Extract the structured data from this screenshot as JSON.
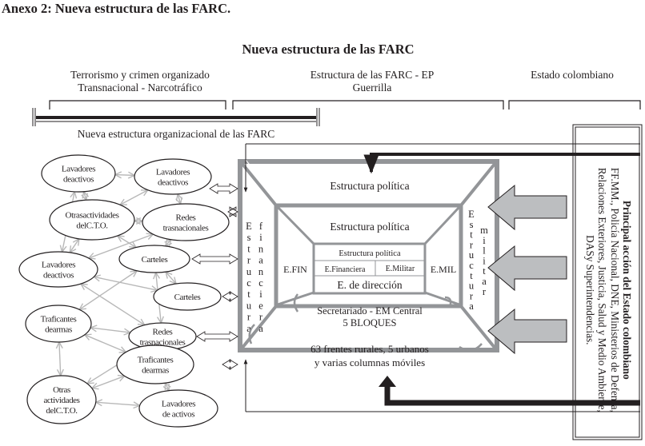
{
  "annex_title": "Anexo 2: Nueva estructura de las FARC.",
  "diagram_title": "Nueva estructura de las FARC",
  "sections": [
    {
      "line1": "Terrorismo y crimen organizado",
      "line2": "Transnacional - Narcotráfico"
    },
    {
      "line1": "Estructura de las  FARC - EP",
      "line2": "Guerrilla"
    },
    {
      "line1": "Estado colombiano",
      "line2": ""
    }
  ],
  "org_label": "Nueva estructura organizacional de las FARC",
  "network_nodes": [
    {
      "id": "n1",
      "lines": [
        "Lavadores",
        "deactivos"
      ]
    },
    {
      "id": "n2",
      "lines": [
        "Lavadores",
        "deactivos"
      ]
    },
    {
      "id": "n3",
      "lines": [
        "Otrasactividades",
        "delC.T.O."
      ]
    },
    {
      "id": "n4",
      "lines": [
        "Redes",
        "trasnacionales"
      ]
    },
    {
      "id": "n5",
      "lines": [
        "Lavadores",
        "deactivos"
      ]
    },
    {
      "id": "n6",
      "lines": [
        "Carteles"
      ]
    },
    {
      "id": "n7",
      "lines": [
        "Carteles"
      ]
    },
    {
      "id": "n8",
      "lines": [
        "Traficantes",
        "dearmas"
      ]
    },
    {
      "id": "n9",
      "lines": [
        "Redes",
        "trasnacionales"
      ]
    },
    {
      "id": "n10",
      "lines": [
        "Traficantes",
        "dearmas"
      ]
    },
    {
      "id": "n11",
      "lines": [
        "Otras",
        "actividades",
        "delC.T.O."
      ]
    },
    {
      "id": "n12",
      "lines": [
        "Lavadores",
        "de activos"
      ]
    }
  ],
  "network_links": [
    [
      "n1",
      "n2"
    ],
    [
      "n1",
      "n3"
    ],
    [
      "n2",
      "n4"
    ],
    [
      "n2",
      "n3"
    ],
    [
      "n3",
      "n4"
    ],
    [
      "n3",
      "n5"
    ],
    [
      "n3",
      "n6"
    ],
    [
      "n4",
      "n6"
    ],
    [
      "n4",
      "n5"
    ],
    [
      "n1",
      "n5"
    ],
    [
      "n6",
      "n7"
    ],
    [
      "n6",
      "n8"
    ],
    [
      "n6",
      "n9"
    ],
    [
      "n5",
      "n9"
    ],
    [
      "n5",
      "n7"
    ],
    [
      "n8",
      "n9"
    ],
    [
      "n8",
      "n10"
    ],
    [
      "n8",
      "n11"
    ],
    [
      "n9",
      "n10"
    ],
    [
      "n9",
      "n11"
    ],
    [
      "n10",
      "n11"
    ],
    [
      "n10",
      "n12"
    ],
    [
      "n11",
      "n12"
    ]
  ],
  "structure": {
    "outer_top": "Estructura política",
    "middle_top": "Estructura política",
    "core_top": "Estructura política",
    "core_left": "E.Financiera",
    "core_right": "E.Militar",
    "core_bottom": "E. de dirección",
    "left_inner": "E.FIN",
    "right_inner": "E.MIL",
    "middle_bottom_line1": "Secretariado - EM Central",
    "middle_bottom_line2": "5 BLOQUES",
    "outer_bottom_line1": "63 frentes rurales, 5 urbanos",
    "outer_bottom_line2": "y varias columnas móviles",
    "left_vertical_col1": "Estructura",
    "left_vertical_col2": "financiera",
    "right_vertical_col1": "Estructura",
    "right_vertical_col2": "militar"
  },
  "state_box": {
    "title": "Principal acción del Estado colombiano",
    "lines": [
      "FF.MM., Policía Nacional, DNE, Ministerios de Defensa,",
      "Relaciones Exteriores, Justicia, Salud y Medio Ambiente,",
      "DASy Superintendencias."
    ]
  },
  "colors": {
    "frame_gray": "#939598",
    "arrow_gray": "#bcbec0",
    "link_gray": "#b8b8b8",
    "ink": "#231f20"
  }
}
